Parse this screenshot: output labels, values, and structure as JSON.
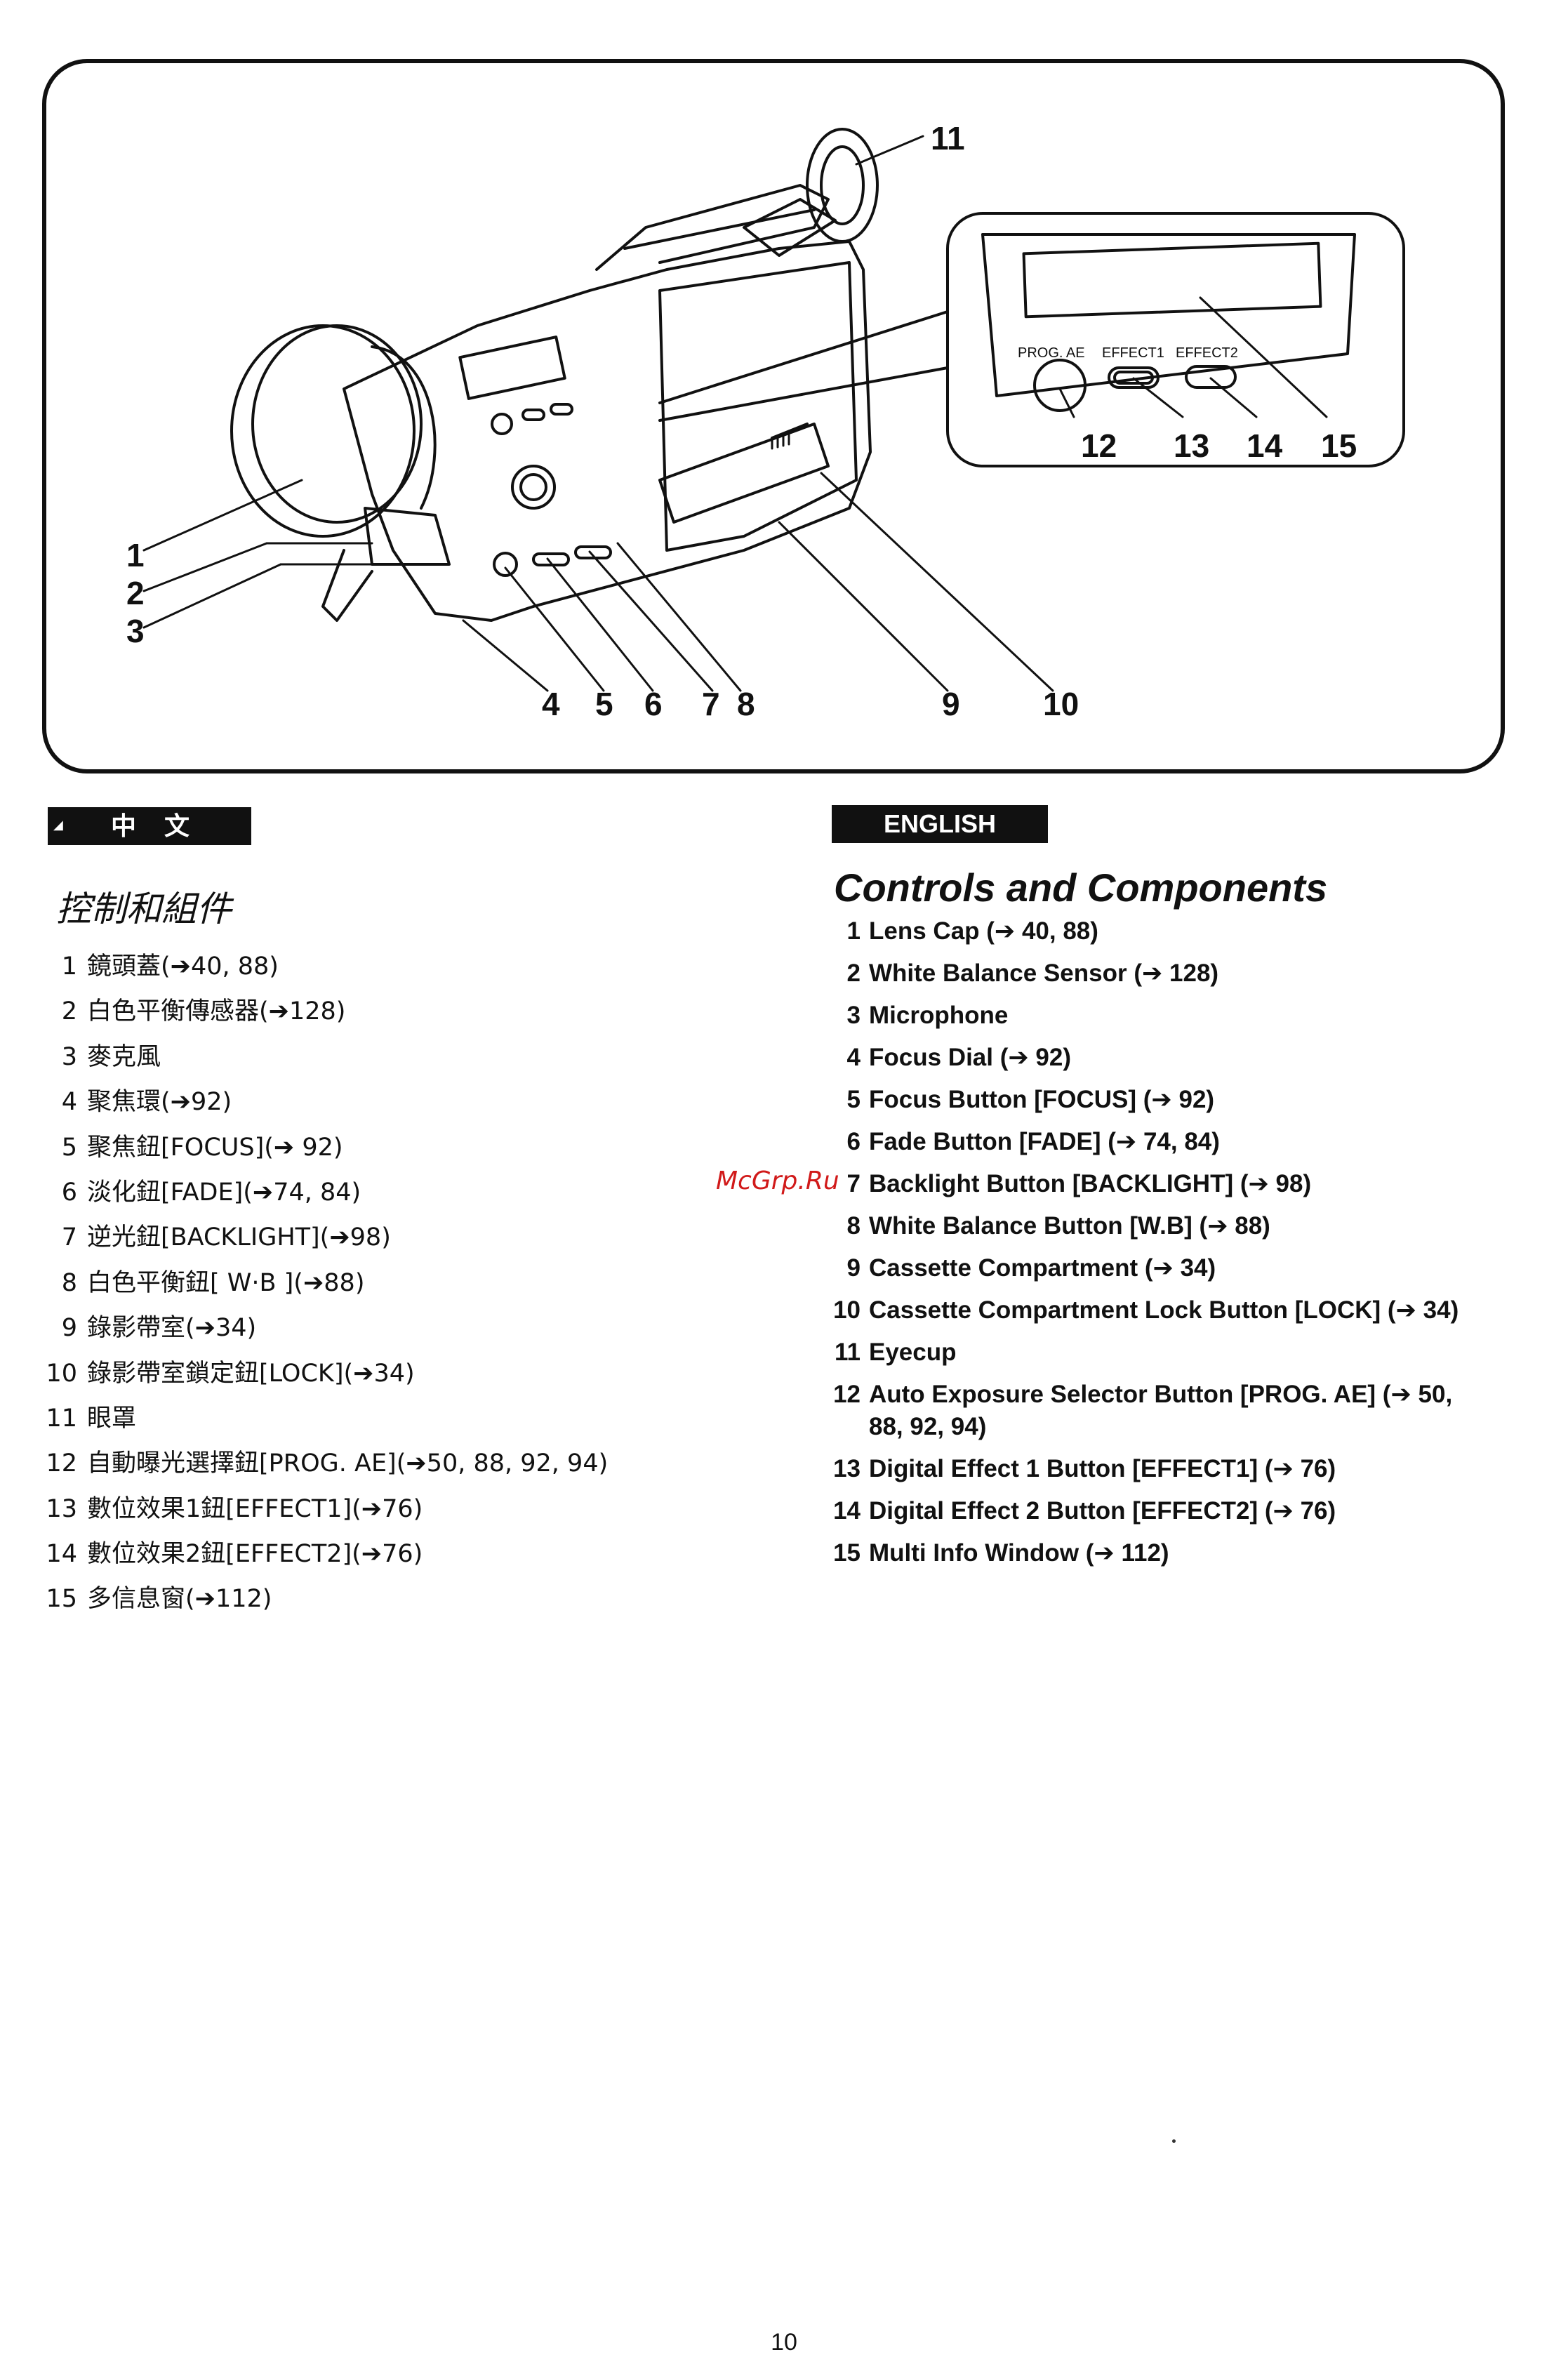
{
  "figure": {
    "callouts": [
      "1",
      "2",
      "3",
      "4",
      "5",
      "6",
      "7",
      "8",
      "9",
      "10",
      "11",
      "12",
      "13",
      "14",
      "15"
    ],
    "panel_labels": {
      "prog_ae": "PROG. AE",
      "effect1": "EFFECT1",
      "effect2": "EFFECT2"
    }
  },
  "chinese": {
    "header": "中文",
    "title": "控制和組件",
    "items": [
      {
        "num": "1",
        "text": "鏡頭蓋(➔40, 88)"
      },
      {
        "num": "2",
        "text": "白色平衡傳感器(➔128)"
      },
      {
        "num": "3",
        "text": "麥克風"
      },
      {
        "num": "4",
        "text": "聚焦環(➔92)"
      },
      {
        "num": "5",
        "text": "聚焦鈕[FOCUS](➔ 92)"
      },
      {
        "num": "6",
        "text": "淡化鈕[FADE](➔74, 84)"
      },
      {
        "num": "7",
        "text": "逆光鈕[BACKLIGHT](➔98)"
      },
      {
        "num": "8",
        "text": "白色平衡鈕[ W·B ](➔88)"
      },
      {
        "num": "9",
        "text": "錄影帶室(➔34)"
      },
      {
        "num": "10",
        "text": "錄影帶室鎖定鈕[LOCK](➔34)"
      },
      {
        "num": "11",
        "text": "眼罩"
      },
      {
        "num": "12",
        "text": "自動曝光選擇鈕[PROG. AE](➔50, 88, 92, 94)"
      },
      {
        "num": "13",
        "text": "數位效果1鈕[EFFECT1](➔76)"
      },
      {
        "num": "14",
        "text": "數位效果2鈕[EFFECT2](➔76)"
      },
      {
        "num": "15",
        "text": "多信息窗(➔112)"
      }
    ]
  },
  "english": {
    "header": "ENGLISH",
    "title": "Controls and Components",
    "items": [
      {
        "num": "1",
        "text": "Lens Cap (➔ 40, 88)"
      },
      {
        "num": "2",
        "text": "White Balance Sensor (➔ 128)"
      },
      {
        "num": "3",
        "text": "Microphone"
      },
      {
        "num": "4",
        "text": "Focus Dial (➔ 92)"
      },
      {
        "num": "5",
        "text": "Focus Button [FOCUS] (➔ 92)"
      },
      {
        "num": "6",
        "text": "Fade Button [FADE] (➔ 74, 84)"
      },
      {
        "num": "7",
        "text": "Backlight Button [BACKLIGHT] (➔ 98)"
      },
      {
        "num": "8",
        "text": "White Balance Button [W.B] (➔ 88)"
      },
      {
        "num": "9",
        "text": "Cassette Compartment (➔ 34)"
      },
      {
        "num": "10",
        "text": "Cassette Compartment Lock Button [LOCK] (➔ 34)"
      },
      {
        "num": "11",
        "text": "Eyecup"
      },
      {
        "num": "12",
        "text": "Auto Exposure Selector Button [PROG. AE] (➔ 50, 88, 92, 94)"
      },
      {
        "num": "13",
        "text": "Digital Effect 1 Button [EFFECT1] (➔ 76)"
      },
      {
        "num": "14",
        "text": "Digital Effect 2 Button [EFFECT2] (➔ 76)"
      },
      {
        "num": "15",
        "text": "Multi Info Window (➔ 112)"
      }
    ]
  },
  "watermark": "McGrp.Ru",
  "page_number": "10"
}
